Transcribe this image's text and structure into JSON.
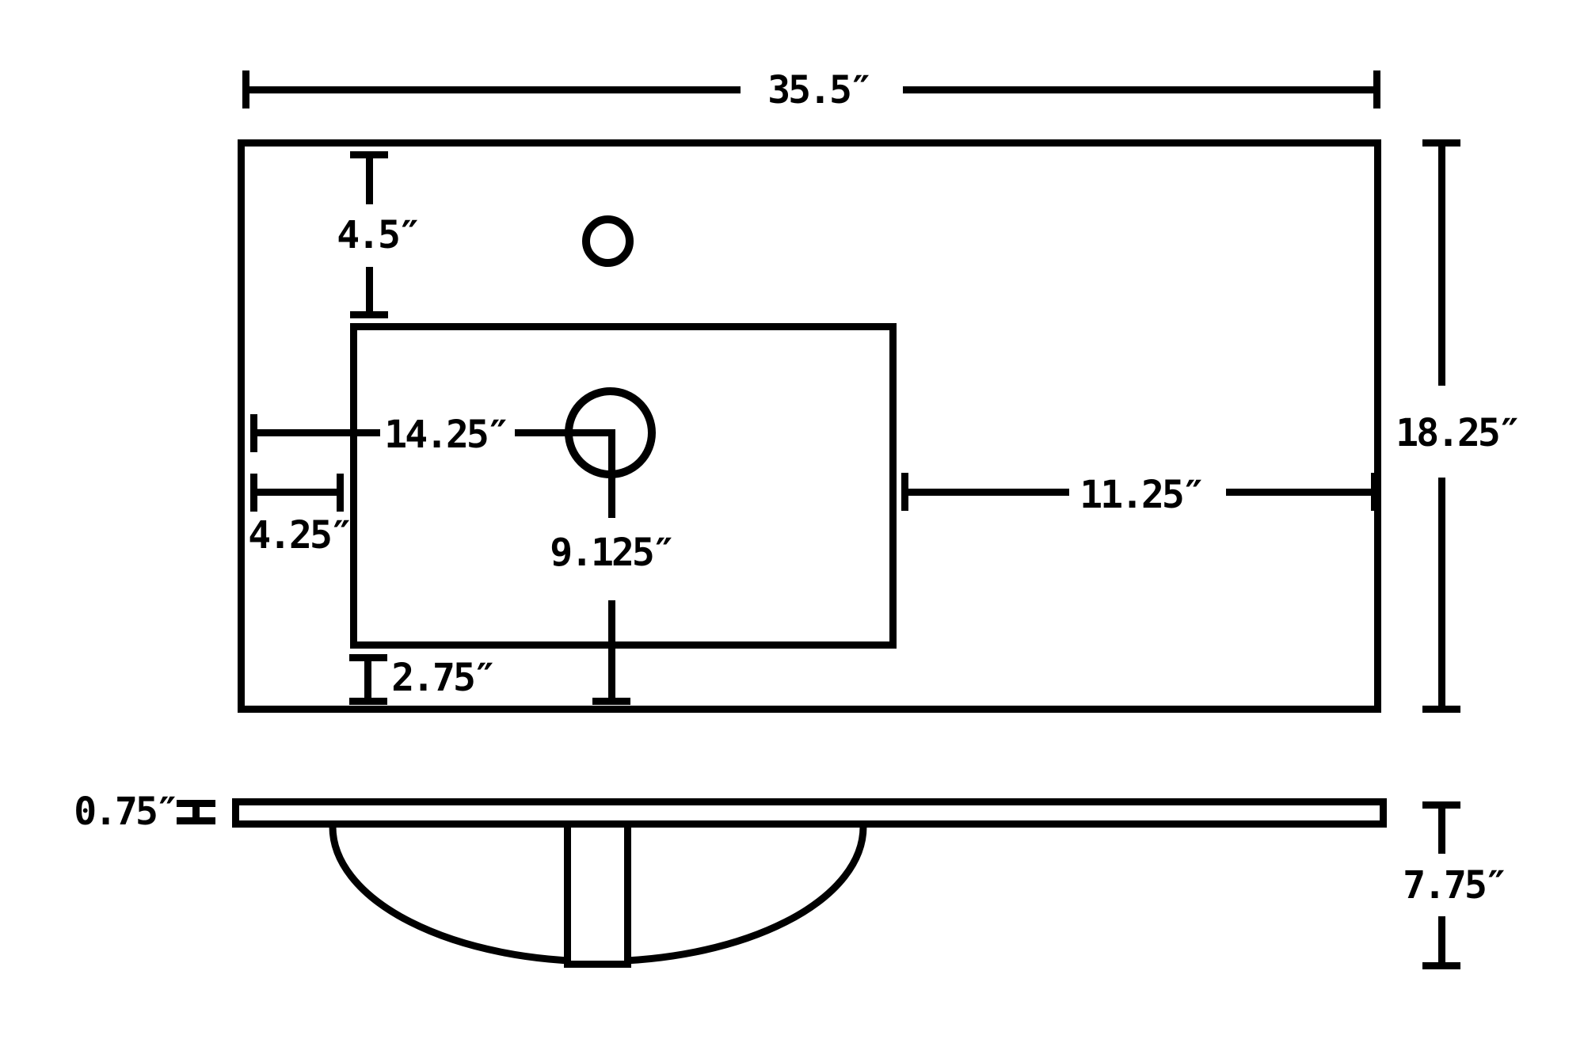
{
  "meta": {
    "line_color": "#000000",
    "background_color": "#ffffff"
  },
  "labels": {
    "overall_width": "35.5″",
    "faucet_hole_setback": "4.5″",
    "overall_depth": "18.25″",
    "drain_center_from_left": "14.25″",
    "basin_left_inset": "4.25″",
    "basin_to_right_edge": "11.25″",
    "drain_center_to_front": "9.125″",
    "basin_bottom_inset": "2.75″",
    "deck_thickness": "0.75″",
    "overall_height": "7.75″"
  }
}
